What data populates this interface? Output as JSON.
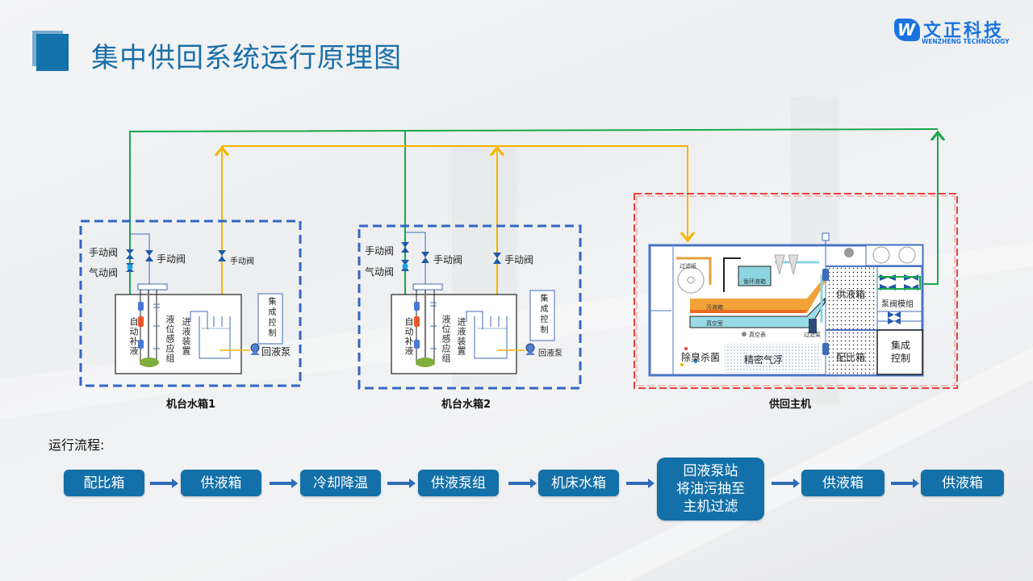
{
  "page": {
    "title": "集中供回系统运行原理图"
  },
  "logo": {
    "badge": "W",
    "name_cn": "文正科技",
    "name_en": "WENZHENG TECHNOLOGY"
  },
  "colors": {
    "supply_line": "#1aa84e",
    "return_line": "#f7b500",
    "machine_box_border": "#3366c4",
    "host_box_border": "#e8403a",
    "flow_box": "#1470a8",
    "title": "#1a6fa8"
  },
  "machine_tanks": [
    {
      "caption": "机台水箱1",
      "manual_valve_label": "手动阀",
      "pneumatic_valve_label": "气动阀",
      "inner_manual_valve_label": "手动阀",
      "return_manual_valve_label": "手动阀",
      "auto_refill_label": "自动补液",
      "level_sensor_label": "液位感应组",
      "inlet_device_label": "进液装置",
      "control_label": "集成控制",
      "return_pump_label": "回液泵"
    },
    {
      "caption": "机台水箱2",
      "manual_valve_label": "手动阀",
      "pneumatic_valve_label": "气动阀",
      "inner_manual_valve_label": "手动阀",
      "return_manual_valve_label": "手动阀",
      "auto_refill_label": "自动补液",
      "level_sensor_label": "液位感应组",
      "inlet_device_label": "进液装置",
      "control_label": "集成控制",
      "return_pump_label": "回液泵"
    }
  ],
  "host": {
    "caption": "供回主机",
    "filter_paper": "过滤纸",
    "circulation_tank": "循环液箱",
    "dirty_tank": "污液箱",
    "vacuum_chamber": "真空室",
    "vacuum_gauge": "真空表",
    "filter_pump": "过滤泵",
    "deodorize": "除臭杀菌",
    "flotation": "精密气浮",
    "supply_tank": "供液箱",
    "pump_valve_module": "泵阀模组",
    "mixing_tank": "配比箱",
    "control": "集成控制"
  },
  "flow": {
    "title": "运行流程:",
    "steps": [
      {
        "label": "配比箱"
      },
      {
        "label": "供液箱"
      },
      {
        "label": "冷却降温"
      },
      {
        "label": "供液泵组"
      },
      {
        "label": "机床水箱"
      },
      {
        "label": "回液泵站将油污抽至主机过滤",
        "lines": [
          "回液泵站",
          "将油污抽至",
          "主机过滤"
        ]
      },
      {
        "label": "供液箱"
      },
      {
        "label": "供液箱"
      }
    ]
  }
}
